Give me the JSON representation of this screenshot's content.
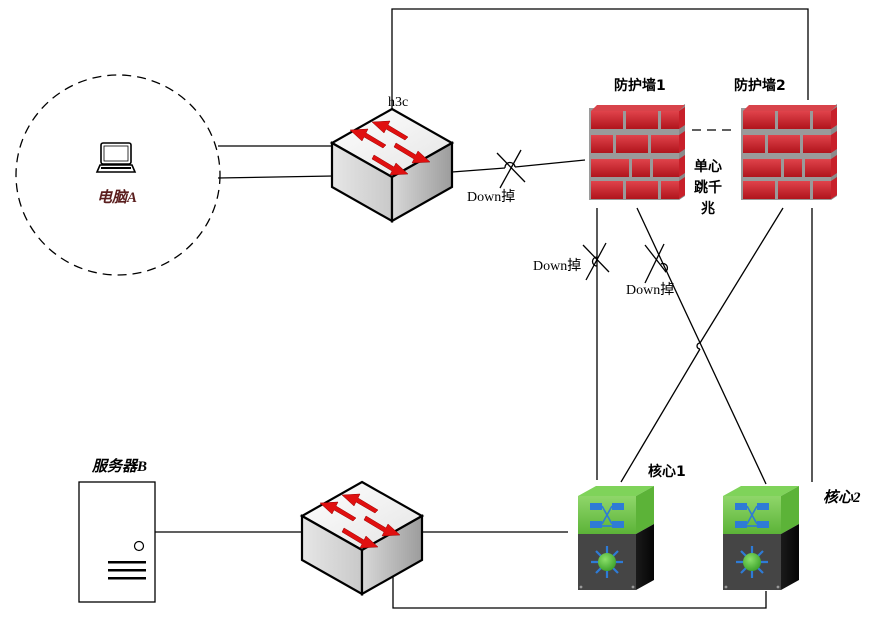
{
  "diagram": {
    "nodes": {
      "pc_a": {
        "label": "电脑A",
        "label_color": "#5a1e1e",
        "icon": "laptop-icon",
        "zone": "dashed-circle"
      },
      "h3c": {
        "label": "h3c",
        "icon": "switch-icon"
      },
      "firewall1": {
        "label": "防护墙1",
        "icon": "firewall-icon"
      },
      "firewall2": {
        "label": "防护墙2",
        "icon": "firewall-icon"
      },
      "core1": {
        "label": "核心1",
        "icon": "l3-switch-icon"
      },
      "core2": {
        "label": "核心2",
        "icon": "l3-switch-icon"
      },
      "access_switch": {
        "label": "",
        "icon": "switch-icon"
      },
      "server_b": {
        "label": "服务器B",
        "icon": "server-icon"
      }
    },
    "annotations": {
      "ha_note_line1": "单心",
      "ha_note_line2": "跳千",
      "ha_note_line3": "兆",
      "down_h3c_fw1": "Down掉",
      "down_fw1_core1": "Down掉",
      "down_fw1_core2": "Down掉"
    },
    "links": [
      {
        "from": "pc_a",
        "to": "h3c",
        "count": 2
      },
      {
        "from": "h3c",
        "to": "firewall1",
        "status": "down"
      },
      {
        "from": "h3c",
        "to": "firewall2",
        "route": "top-loop"
      },
      {
        "from": "firewall1",
        "to": "firewall2",
        "style": "dashed",
        "type": "heartbeat"
      },
      {
        "from": "firewall1",
        "to": "core1",
        "status": "down"
      },
      {
        "from": "firewall1",
        "to": "core2",
        "status": "down"
      },
      {
        "from": "firewall2",
        "to": "core1"
      },
      {
        "from": "firewall2",
        "to": "core2"
      },
      {
        "from": "server_b",
        "to": "access_switch"
      },
      {
        "from": "access_switch",
        "to": "core1"
      },
      {
        "from": "access_switch",
        "to": "core2",
        "route": "bottom-loop"
      }
    ],
    "colors": {
      "firewall_brick": "#c8202a",
      "firewall_mortar": "#9a9a9a",
      "core_top": "#6cc24a",
      "core_body": "#3a3a3a",
      "switch_arrow": "#e01010",
      "core_icon_blue": "#2e7bd6"
    }
  }
}
